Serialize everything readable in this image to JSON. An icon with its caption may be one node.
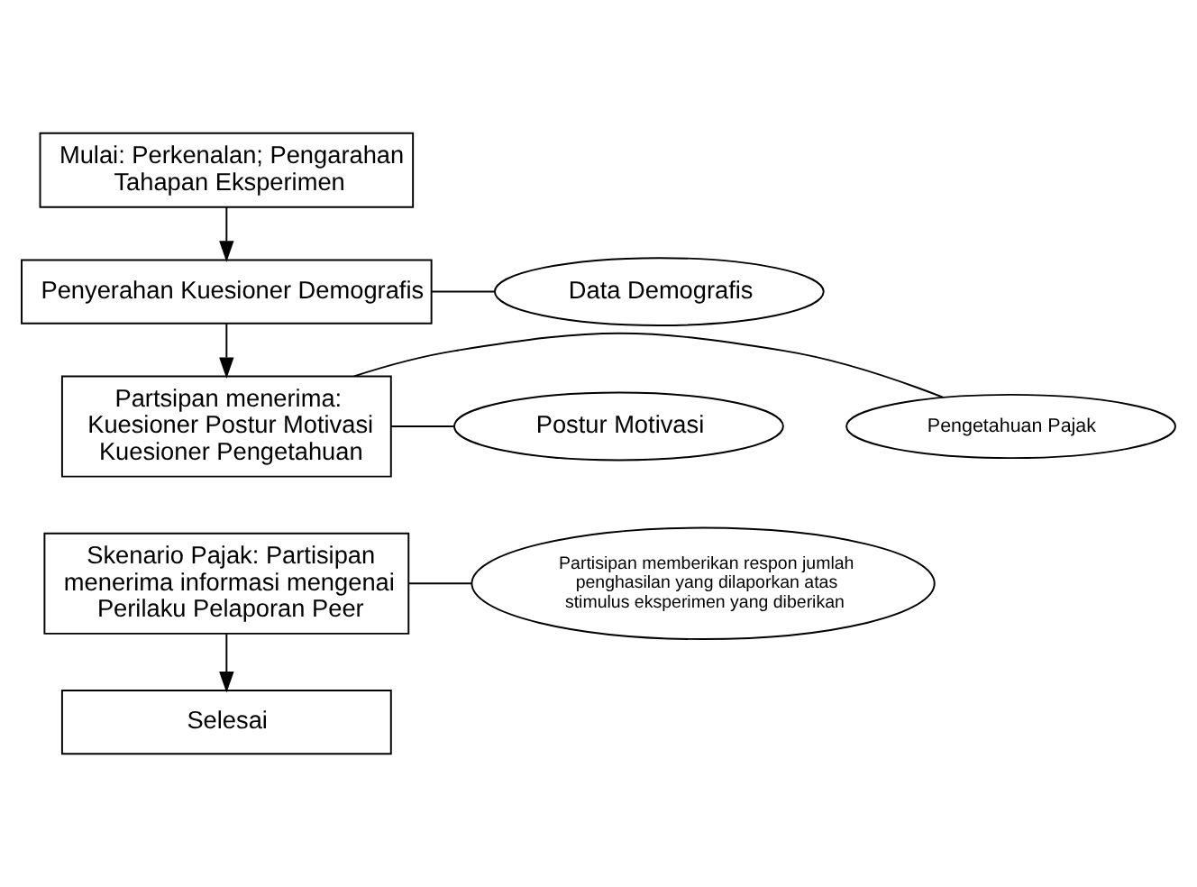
{
  "diagram": {
    "nodes": [
      {
        "text": [
          "Mulai: Perkenalan; Pengarahan Tahapan Eksperimen"
        ]
      },
      {
        "text": [
          "Penyerahan Kuesioner Demografis"
        ]
      },
      {
        "text": [
          "Partsipan menerima:",
          "Kuesioner Postur Motivasi",
          "Kuesioner Pengetahuan"
        ]
      },
      {
        "text": [
          "Skenario Pajak: Partisipan menerima informasi mengenai Perilaku Pelaporan Peer"
        ]
      },
      {
        "text": [
          "Data Demografis"
        ]
      },
      {
        "text": [
          "Postur Motivasi"
        ]
      },
      {
        "text": [
          "Pengetahuan Pajak"
        ]
      },
      {
        "text": [
          "Partisipan memberikan respon jumlah penghasilan yang dilaporkan atas stimulus eksperimen yang diberikan"
        ]
      },
      {
        "text": [
          "Selesai"
        ]
      }
    ],
    "edges": [
      {
        "from": 0,
        "to": 1,
        "arrow": "to"
      },
      {
        "from": 1,
        "to": 2,
        "arrow": "to"
      },
      {
        "from": 1,
        "to": 4,
        "arrow": "none"
      },
      {
        "from": 2,
        "to": 5,
        "arrow": "none"
      },
      {
        "from": 2,
        "to": 6,
        "arrow": "none"
      },
      {
        "from": 3,
        "to": 7,
        "arrow": "none"
      },
      {
        "from": 3,
        "to": 8,
        "arrow": "to"
      }
    ]
  }
}
